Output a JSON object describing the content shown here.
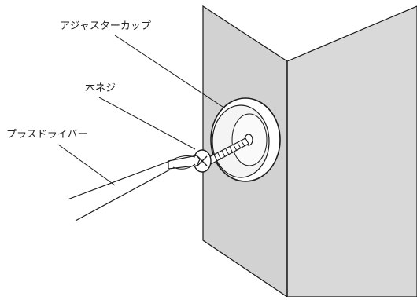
{
  "labels": {
    "adjuster_cup": "アジャスターカップ",
    "wood_screw": "木ネジ",
    "plus_driver": "プラスドライバー"
  },
  "colors": {
    "wall_left": "#d2d2d2",
    "wall_right": "#d9d9d9",
    "outline": "#1a1a1a"
  }
}
